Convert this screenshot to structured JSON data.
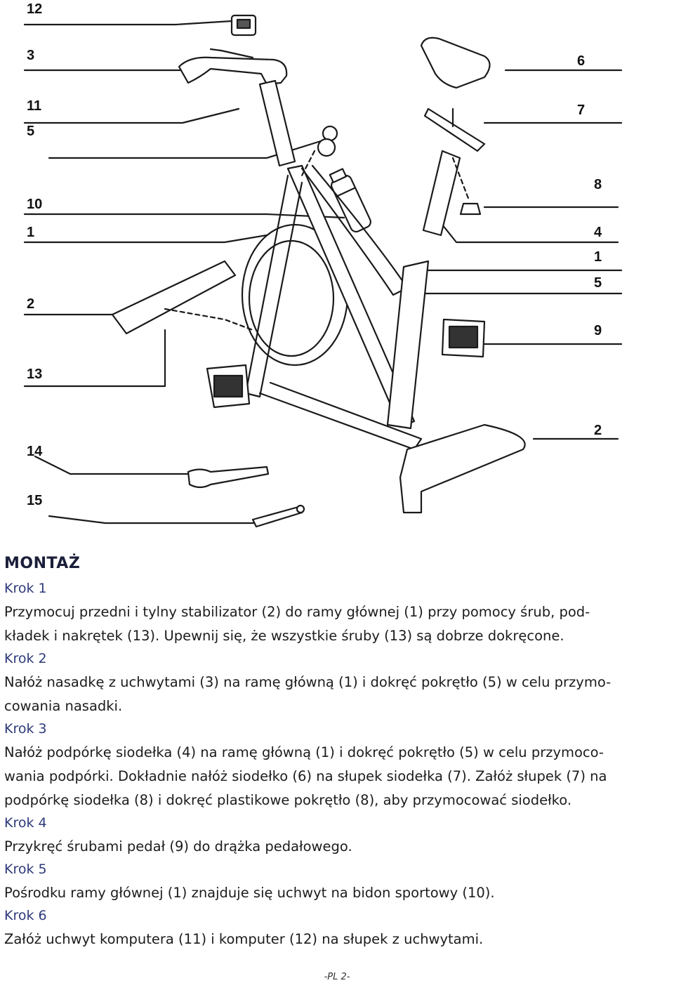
{
  "diagram": {
    "callouts_left": [
      "12",
      "3",
      "11",
      "5",
      "10",
      "1",
      "2",
      "13",
      "14",
      "15"
    ],
    "callouts_right": [
      "6",
      "7",
      "8",
      "4",
      "1",
      "5",
      "9",
      "2"
    ]
  },
  "section_title": "MONTAŻ",
  "steps": [
    {
      "title": "Krok 1",
      "text_lines": [
        "Przymocuj przedni i tylny stabilizator (2) do ramy głównej (1) przy pomocy śrub, pod-",
        "kładek i nakrętek (13). Upewnij się, że wszystkie śruby (13) są dobrze dokręcone."
      ]
    },
    {
      "title": "Krok 2",
      "text_lines": [
        "Nałóż nasadkę z uchwytami (3) na ramę główną (1) i dokręć pokrętło (5) w celu przymo-",
        "cowania nasadki."
      ]
    },
    {
      "title": "Krok 3",
      "text_lines": [
        "Nałóż podpórkę siodełka (4) na ramę główną (1) i dokręć pokrętło (5) w celu przymoco-",
        "wania podpórki. Dokładnie nałóż siodełko (6) na słupek siodełka (7). Załóż słupek (7) na",
        "podpórkę siodełka (8) i dokręć plastikowe pokrętło (8), aby przymocować siodełko."
      ]
    },
    {
      "title": "Krok 4",
      "text_lines": [
        "Przykręć śrubami pedał (9) do drążka pedałowego."
      ]
    },
    {
      "title": "Krok 5",
      "text_lines": [
        "Pośrodku ramy głównej (1) znajduje się uchwyt na bidon sportowy (10)."
      ]
    },
    {
      "title": "Krok 6",
      "text_lines": [
        "Załóż uchwyt komputera (11) i komputer (12) na słupek z uchwytami."
      ]
    }
  ],
  "page_number": "-PL 2-"
}
